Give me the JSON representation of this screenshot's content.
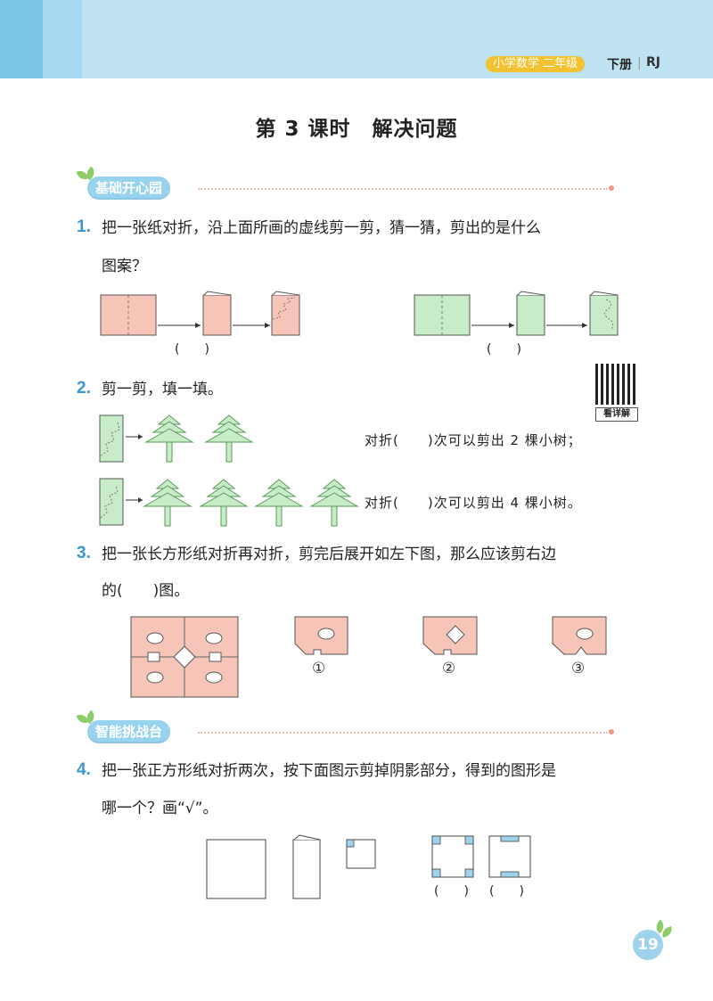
{
  "header": {
    "tag": "小学数学 二年级",
    "volume": "下册",
    "separator": "|",
    "edition": "RJ"
  },
  "title": "第 3 课时　解决问题",
  "sections": {
    "basic": "基础开心园",
    "challenge": "智能挑战台"
  },
  "q1": {
    "num": "1.",
    "line1": "把一张纸对折，沿上面所画的虚线剪一剪，猜一猜，剪出的是什么",
    "line2": "图案？",
    "blank_a": "(　　)",
    "blank_b": "(　　)"
  },
  "q2": {
    "num": "2.",
    "text": "剪一剪，填一填。",
    "qr_label": "看详解",
    "row1": "对折(　　)次可以剪出 2 棵小树；",
    "row2": "对折(　　)次可以剪出 4 棵小树。"
  },
  "q3": {
    "num": "3.",
    "line1": "把一张长方形纸对折再对折，剪完后展开如左下图，那么应该剪右边",
    "line2": "的(　　)图。",
    "options": [
      "①",
      "②",
      "③"
    ]
  },
  "q4": {
    "num": "4.",
    "line1": "把一张正方形纸对折两次，按下面图示剪掉阴影部分，得到的图形是",
    "line2": "哪一个？画“√”。",
    "blank_a": "(　　)",
    "blank_b": "(　　)"
  },
  "page_number": "19",
  "colors": {
    "pink_paper": "#f7c5b8",
    "green_paper": "#c8ecc8",
    "accent_blue": "#3a96cc",
    "header_band": "#bfe3f3"
  }
}
